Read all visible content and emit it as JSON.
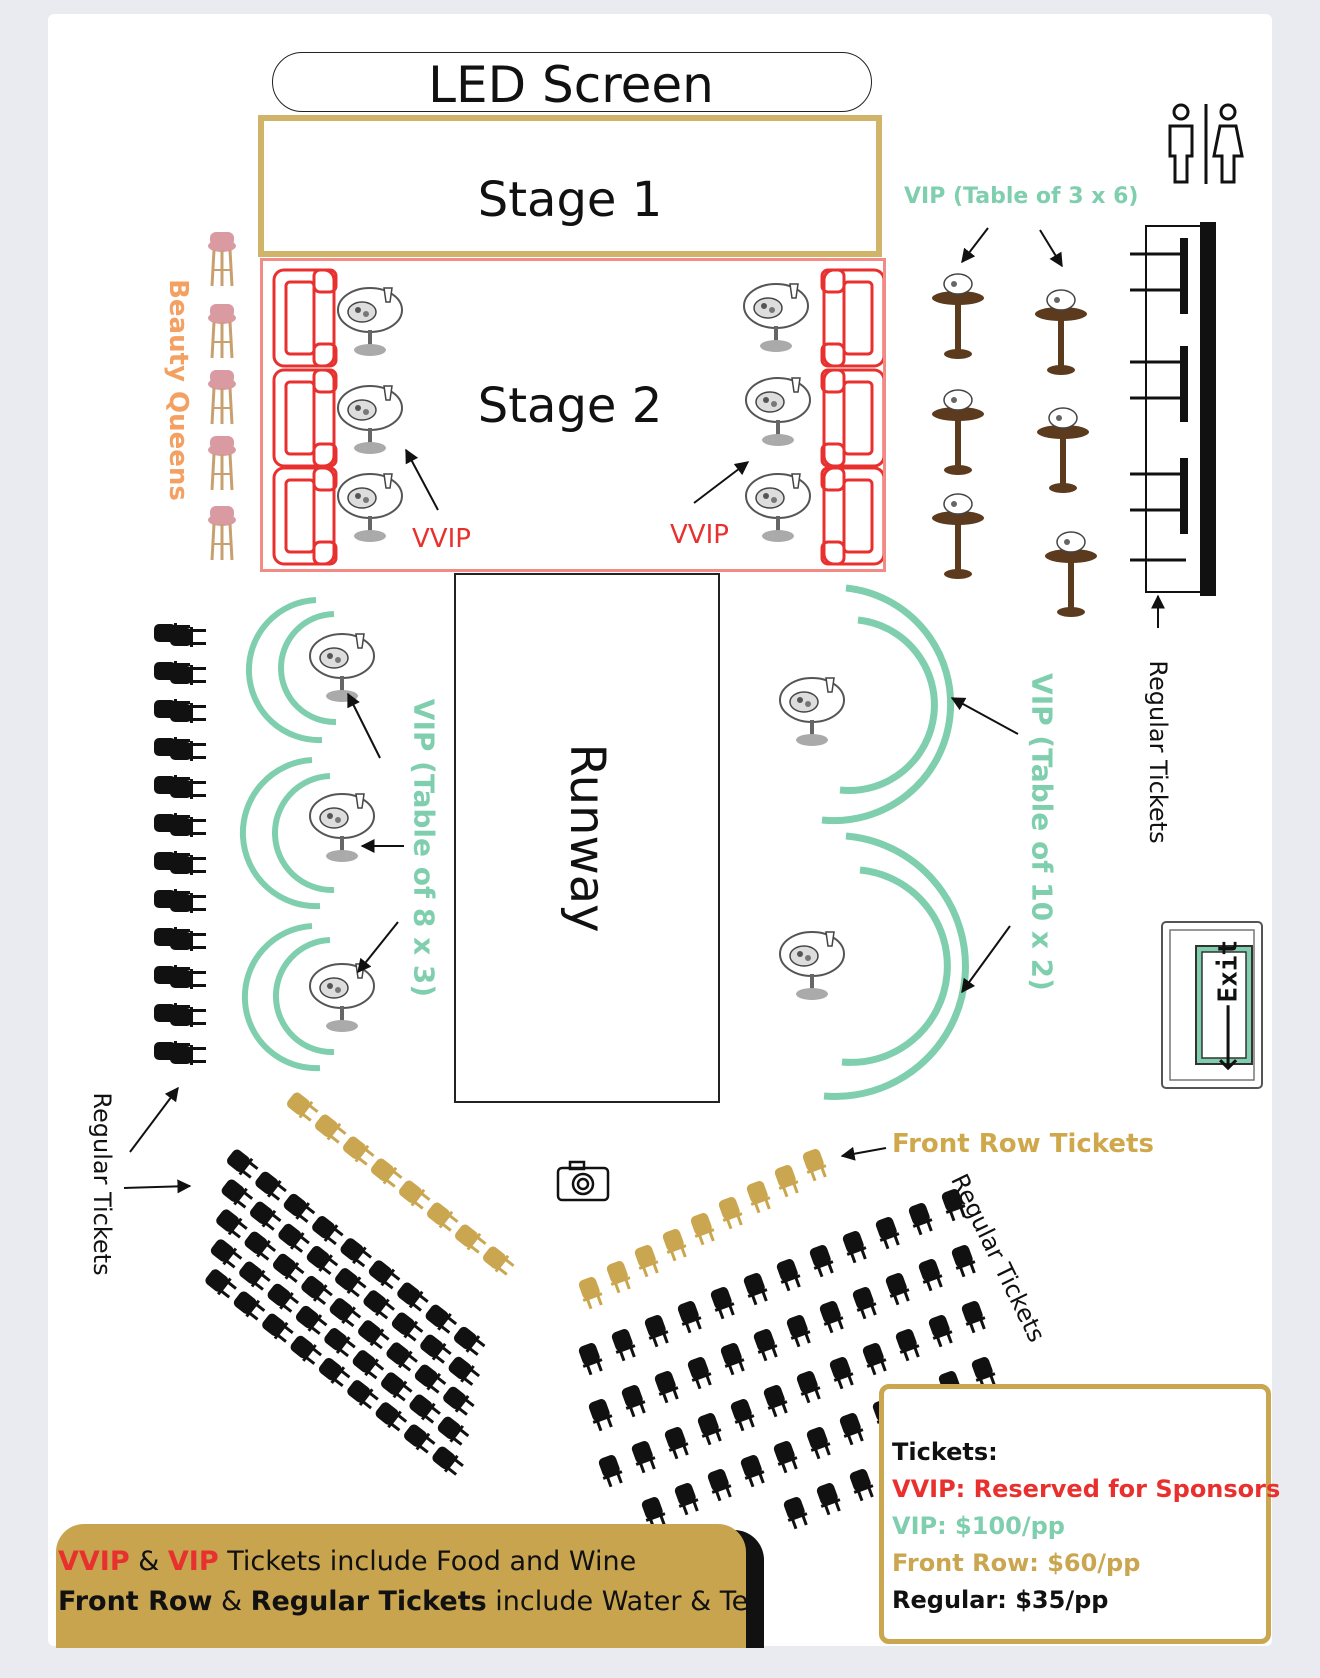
{
  "led_screen": "LED Screen",
  "stage1": "Stage 1",
  "stage2": "Stage 2",
  "runway": "Runway",
  "vvip_label": "VVIP",
  "vip_table3": "VIP (Table of 3 x 6)",
  "vip_table8": "VIP (Table of 8 x 3)",
  "vip_table10": "VIP (Table of 10 x 2)",
  "beauty_queens": "Beauty Queens",
  "regular_tickets": "Regular Tickets",
  "front_row_tickets": "Front Row Tickets",
  "exit_sign": "Exit",
  "tickets_legend": {
    "title": "Tickets:",
    "vvip": "VVIP: Reserved for Sponsors",
    "vip": "VIP: $100/pp",
    "front_row": "Front Row: $60/pp",
    "regular": "Regular: $35/pp"
  },
  "inclusions": {
    "vvip": "VVIP",
    "amp": "&",
    "vip": "VIP",
    "line1_rest": "Tickets include Food and Wine",
    "front_row": "Front Row",
    "regular": "Regular Tickets",
    "line2_rest": "include Water & Tea"
  },
  "colors": {
    "vvip": "#e8312f",
    "vip": "#7fcfae",
    "front_row": "#cfa84b",
    "regular": "#111111",
    "beauty_queens": "#f4a062",
    "gold_border": "#c9a64f"
  },
  "icons": [
    "restroom-icon",
    "camera-icon",
    "exit-sign-icon",
    "bar-stool-icon",
    "sofa-icon",
    "cocktail-table-icon",
    "chair-icon"
  ]
}
